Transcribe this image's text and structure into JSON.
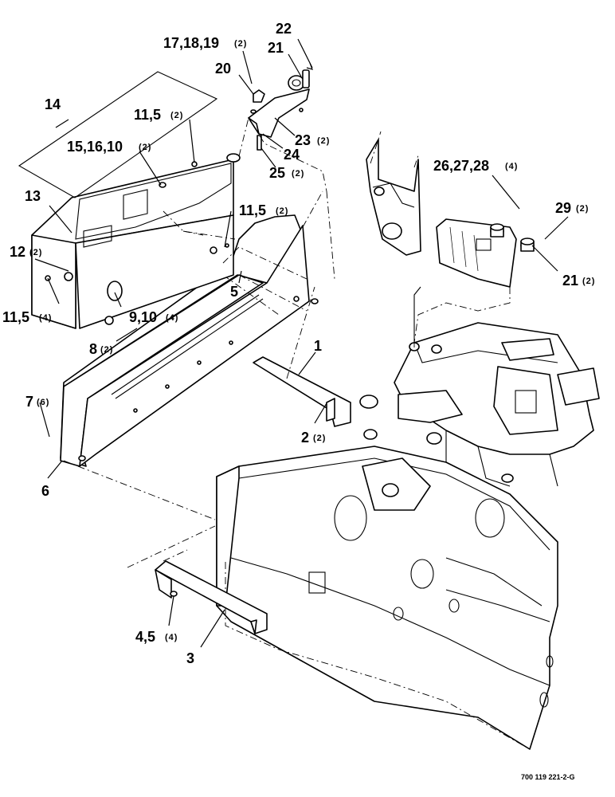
{
  "diagram": {
    "callouts": [
      {
        "id": "c22",
        "number": "22",
        "qty": ""
      },
      {
        "id": "c17",
        "number": "17,18,19",
        "qty": "(2)"
      },
      {
        "id": "c21a",
        "number": "21",
        "qty": ""
      },
      {
        "id": "c20",
        "number": "20",
        "qty": ""
      },
      {
        "id": "c14",
        "number": "14",
        "qty": ""
      },
      {
        "id": "c11a",
        "number": "11,5",
        "qty": "(2)"
      },
      {
        "id": "c23",
        "number": "23",
        "qty": "(2)"
      },
      {
        "id": "c15",
        "number": "15,16,10",
        "qty": "(2)"
      },
      {
        "id": "c24",
        "number": "24",
        "qty": ""
      },
      {
        "id": "c25",
        "number": "25",
        "qty": "(2)"
      },
      {
        "id": "c26",
        "number": "26,27,28",
        "qty": "(4)"
      },
      {
        "id": "c13",
        "number": "13",
        "qty": ""
      },
      {
        "id": "c11b",
        "number": "11,5",
        "qty": "(2)"
      },
      {
        "id": "c29",
        "number": "29",
        "qty": "(2)"
      },
      {
        "id": "c12",
        "number": "12",
        "qty": "(2)"
      },
      {
        "id": "c21b",
        "number": "21",
        "qty": "(2)"
      },
      {
        "id": "c5",
        "number": "5",
        "qty": ""
      },
      {
        "id": "c11c",
        "number": "11,5",
        "qty": "(4)"
      },
      {
        "id": "c9",
        "number": "9,10",
        "qty": "(4)"
      },
      {
        "id": "c8",
        "number": "8",
        "qty": "(2)"
      },
      {
        "id": "c1",
        "number": "1",
        "qty": ""
      },
      {
        "id": "c7",
        "number": "7",
        "qty": "(6)"
      },
      {
        "id": "c2",
        "number": "2",
        "qty": "(2)"
      },
      {
        "id": "c6",
        "number": "6",
        "qty": ""
      },
      {
        "id": "c4",
        "number": "4,5",
        "qty": "(4)"
      },
      {
        "id": "c3",
        "number": "3",
        "qty": ""
      }
    ],
    "drawing_number": "700 119 221-2-G"
  }
}
